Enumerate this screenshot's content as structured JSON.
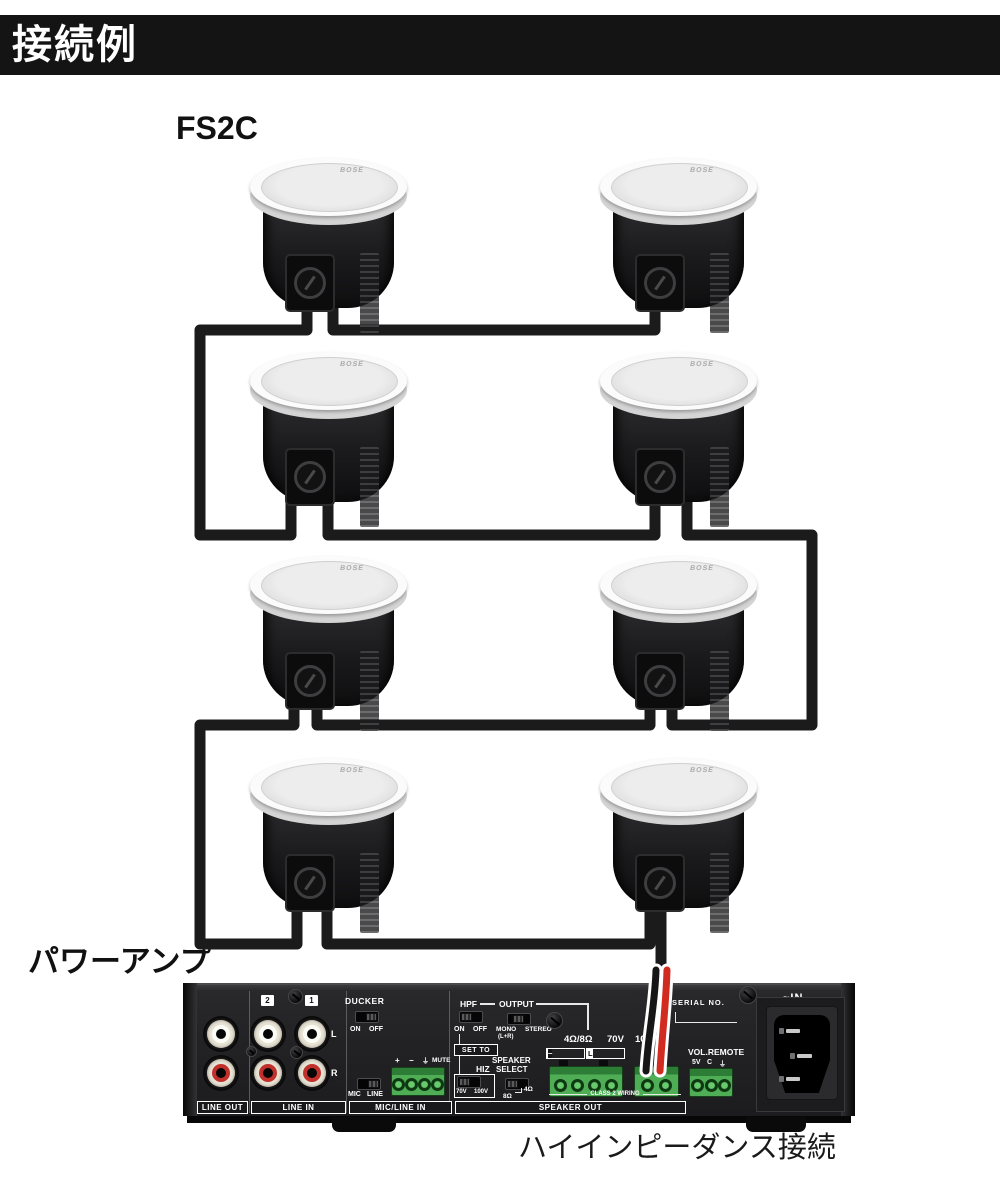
{
  "header": {
    "title": "接続例",
    "bg": "#141414",
    "fg": "#ffffff"
  },
  "labels": {
    "speaker_model": "FS2C",
    "amplifier": "パワーアンプ",
    "connection_note": "ハイインピーダンス接続",
    "speaker_brand": "BOSE"
  },
  "diagram": {
    "type": "wiring-diagram",
    "speaker_count": 8,
    "rows": 4,
    "columns": 2,
    "wiring": "Eight FS2C ceiling speakers daisy-chained in series down to the power amplifier 70V/100V speaker output (high-impedance connection)",
    "wire_colors": {
      "chain": "#1b1b1b",
      "amp_positive": "#d22b20",
      "amp_negative": "#111111"
    },
    "accent_green": "#4fae55"
  },
  "amp": {
    "line_out": {
      "label": "LINE OUT"
    },
    "line_in": {
      "label": "LINE IN",
      "channels": [
        "2",
        "1"
      ],
      "left": "L",
      "right": "R"
    },
    "ducker": {
      "label": "DUCKER",
      "on": "ON",
      "off": "OFF"
    },
    "mic_line_in": {
      "label": "MIC/LINE IN",
      "terminals": [
        "+",
        "−",
        "⏚",
        "MUTE"
      ],
      "mic": "MIC",
      "line": "LINE"
    },
    "hpf": {
      "label": "HPF",
      "on": "ON",
      "off": "OFF"
    },
    "output": {
      "label": "OUTPUT",
      "mono": "MONO",
      "mono_sub": "(L+R)",
      "stereo": "STEREO"
    },
    "set_to": "SET TO",
    "hiz": {
      "label": "HIZ",
      "v70": "70V",
      "v100": "100V"
    },
    "speaker_select": {
      "line1": "SPEAKER",
      "line2": "SELECT",
      "ohm8": "8Ω",
      "ohm4": "4Ω"
    },
    "low_z": {
      "label": "4Ω/8Ω",
      "left_cells": [
        "R",
        "+",
        "−"
      ],
      "right_cells": [
        "−",
        "+",
        "L"
      ]
    },
    "high_z": {
      "v70": "70V",
      "v100": "100V"
    },
    "warning": "⚠",
    "class2": "CLASS 2 WIRING",
    "speaker_out": "SPEAKER OUT",
    "serial": "SERIAL NO.",
    "vol_remote": {
      "label": "VOL.REMOTE",
      "terminals": [
        "5V",
        "C",
        "⏚"
      ]
    },
    "ac_in": "~IN"
  }
}
